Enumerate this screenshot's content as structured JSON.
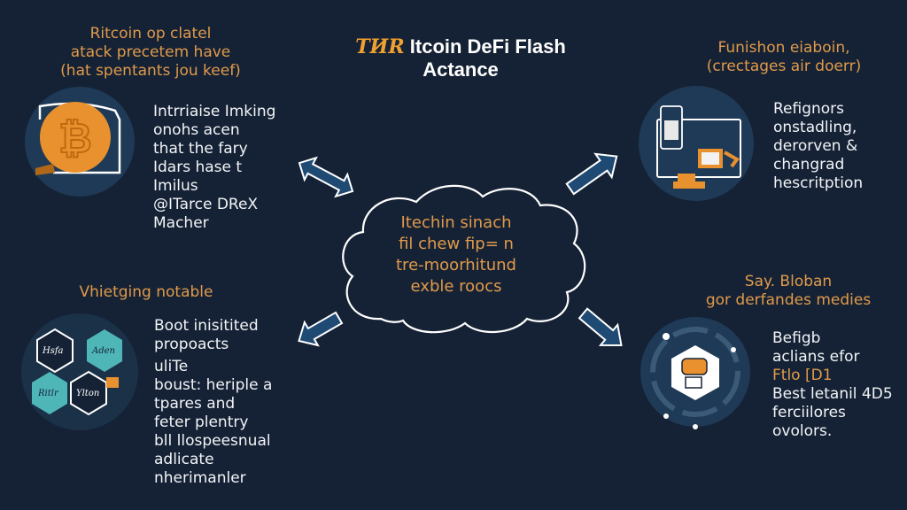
{
  "title": {
    "logo": "TИR",
    "line1": "Itcoin DeFi Flash",
    "line2": "Actance"
  },
  "colors": {
    "background": "#152235",
    "accent_orange": "#e09a4a",
    "teal": "#4fb6b8",
    "arrow_fill": "#1f4a73",
    "circle_bg": "#1f3a56"
  },
  "top_left": {
    "heading": [
      "Ritcoin op clatel",
      "atack precetem have",
      "(hat spentants jou keef)"
    ],
    "icon": "bitcoin-coin-icon",
    "body": [
      "Intrriaise Imking",
      "onohs acen",
      "that the fary",
      "Idars hase t",
      "Imilus",
      "@ITarce DReX",
      "Macher"
    ]
  },
  "top_right": {
    "heading": [
      "Funishon eiaboin,",
      "(crectages air doerr)"
    ],
    "icon": "computer-workstation-icon",
    "body": [
      "Refignors",
      "onstadling,",
      "derorven &",
      "changrad",
      "hescritption"
    ]
  },
  "center_cloud": {
    "lines": [
      "Itechin sinach",
      "fil chew fip= n",
      "tre-moorhitund",
      "exble roocs"
    ]
  },
  "bottom_left": {
    "heading": "Vhietging notable",
    "icon": "hexagon-cluster-icon",
    "hex_labels": [
      "Hsfa",
      "Aden",
      "Ritlr",
      "Ylton"
    ],
    "body": [
      "Boot inisitited",
      "propoacts",
      "uliTe",
      "boust: heriple a",
      "tpares and",
      "feter plentry",
      "bll llospeesnual",
      "adlicate",
      "nherimanler"
    ]
  },
  "bottom_right": {
    "heading": [
      "Say. Bloban",
      "gor derfandes medies"
    ],
    "icon": "robot-shield-icon",
    "body_lines": [
      {
        "text": "Befigb",
        "accent": false
      },
      {
        "text": "aclians efor",
        "accent": false
      },
      {
        "text": "Ftlo [D1",
        "accent": true
      },
      {
        "text": "Best letanil 4D5",
        "accent": false
      },
      {
        "text": "ferciilores",
        "accent": false
      },
      {
        "text": "ovolors.",
        "accent": false
      }
    ]
  }
}
